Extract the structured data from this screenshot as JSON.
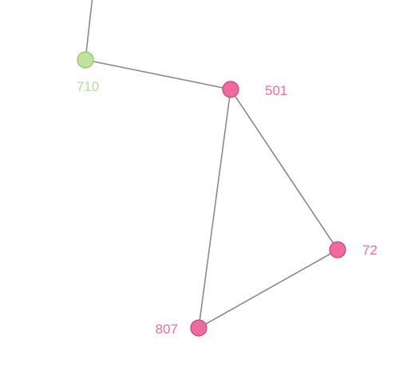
{
  "graph": {
    "colors": {
      "pink_fill": "#f06a9e",
      "pink_stroke": "#c9457b",
      "pink_label": "#f06a9e",
      "green_fill": "#bfe39a",
      "green_stroke": "#94c46c",
      "green_label": "#b7dd92",
      "edge": "#8a8a8a"
    },
    "nodes": [
      {
        "id": "n710",
        "label": "710",
        "group": "green"
      },
      {
        "id": "n501",
        "label": "501",
        "group": "pink"
      },
      {
        "id": "n72",
        "label": "72",
        "group": "pink"
      },
      {
        "id": "n807",
        "label": "807",
        "group": "pink"
      }
    ],
    "edges": [
      {
        "from": "offscreen-top",
        "to": "n710"
      },
      {
        "from": "n710",
        "to": "n501"
      },
      {
        "from": "n501",
        "to": "n72"
      },
      {
        "from": "n501",
        "to": "n807"
      },
      {
        "from": "n72",
        "to": "n807"
      }
    ]
  }
}
